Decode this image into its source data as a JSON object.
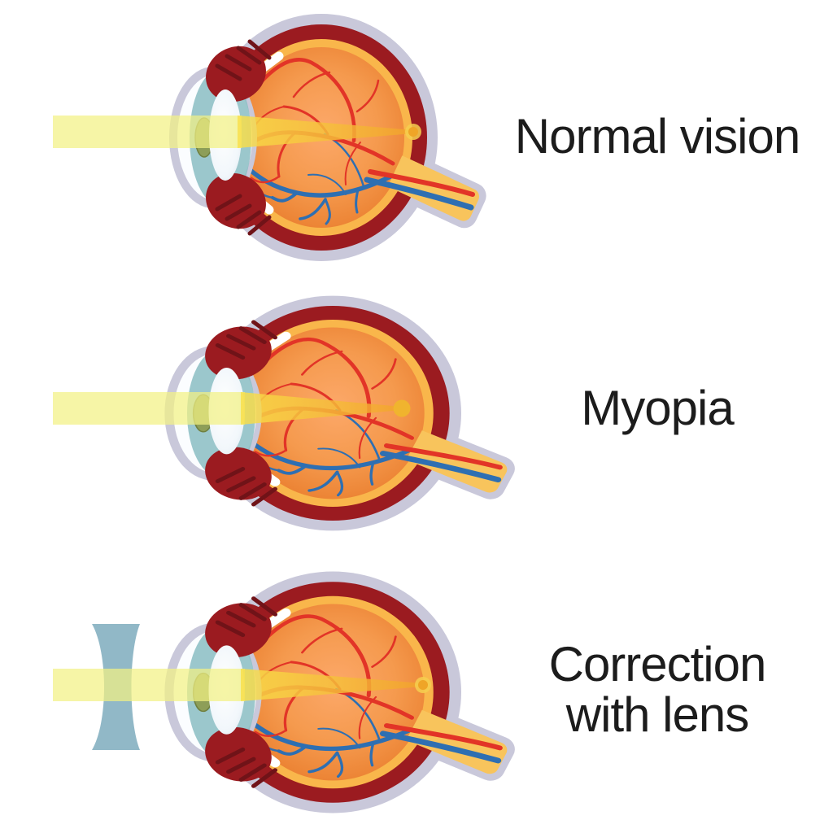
{
  "captions": {
    "normal": "Normal vision",
    "myopia": "Myopia",
    "correction_line1": "Correction",
    "correction_line2": "with lens"
  },
  "diagram_rows": [
    {
      "caption": "Normal vision",
      "focal_point": "on retina"
    },
    {
      "caption": "Myopia",
      "focal_point": "in front of retina"
    },
    {
      "caption": "Correction with lens",
      "focal_point": "on retina"
    }
  ],
  "colors": {
    "page_bg": "#ffffff",
    "label_text": "#1c1c1c",
    "sclera_gray": "#c9c8da",
    "cornea_white": "#fbfdff",
    "choroid_maroon": "#9b1b20",
    "ciliary_dark": "#701318",
    "retina_band": "#f9b64b",
    "fundus_center": "#fca869",
    "fundus_mid1": "#f59a4e",
    "fundus_mid2": "#ec8435",
    "fundus_edge": "#e4702a",
    "artery_red": "#e23427",
    "vein_blue": "#2e6fb2",
    "nerve_fill": "#f8c45c",
    "beam_pale": "#f3f183",
    "cone_start": "#f9e049",
    "cone_end": "#f2a22c",
    "focal_dot": "#efa527",
    "focal_halo": "#f6cf4f",
    "focal_dot_large": "#f0b42e",
    "cornea_teal": "#8abdc3",
    "iris_green": "#8d9e58",
    "iris_green_rim": "#6f7f3f",
    "lens_rim": "#dbe7f0",
    "corrective_lens": "#91b8c7"
  }
}
